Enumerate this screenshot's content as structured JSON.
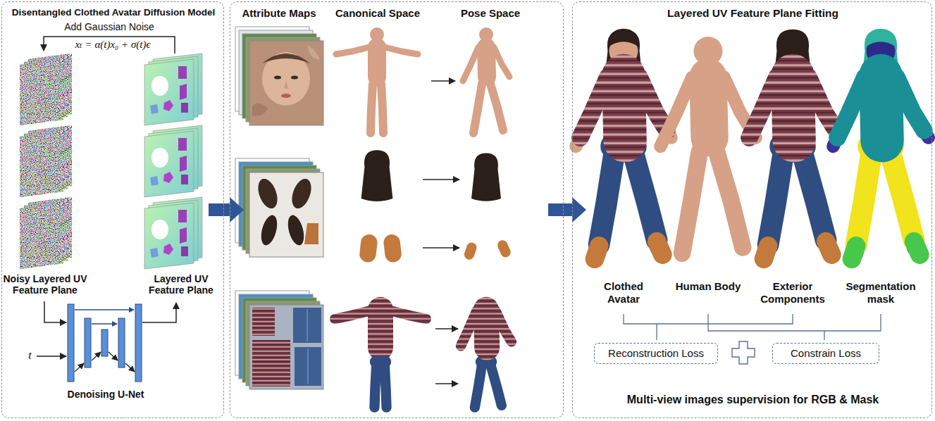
{
  "diagram": {
    "nodes": [
      {
        "text": [
          "Disentangled Clothed Avatar Diffusion Model"
        ]
      },
      {
        "text": [
          "Attribute Maps",
          "Canonical Space",
          "Pose Space"
        ]
      },
      {
        "text": [
          "Layered UV Feature Plane Fitting",
          "Multi-view images supervision for RGB & Mask"
        ]
      },
      {
        "text": [
          "Reconstruction Loss"
        ],
        "in": 2
      },
      {
        "text": [
          "Constrain Loss"
        ],
        "in": 2
      }
    ],
    "edges": [
      {
        "from": 0,
        "to": 1,
        "arrow": "to"
      },
      {
        "from": 1,
        "to": 2,
        "arrow": "to"
      }
    ],
    "labels": [
      "Add Gaussian Noise",
      "xₜ = α(t)x₀ + σ(t)ϵ",
      "Noisy Layered UV Feature Plane",
      "Layered UV Feature Plane",
      "t",
      "Denoising U-Net",
      "Clothed Avatar",
      "Human Body",
      "Exterior Components",
      "Segmentation mask"
    ]
  }
}
